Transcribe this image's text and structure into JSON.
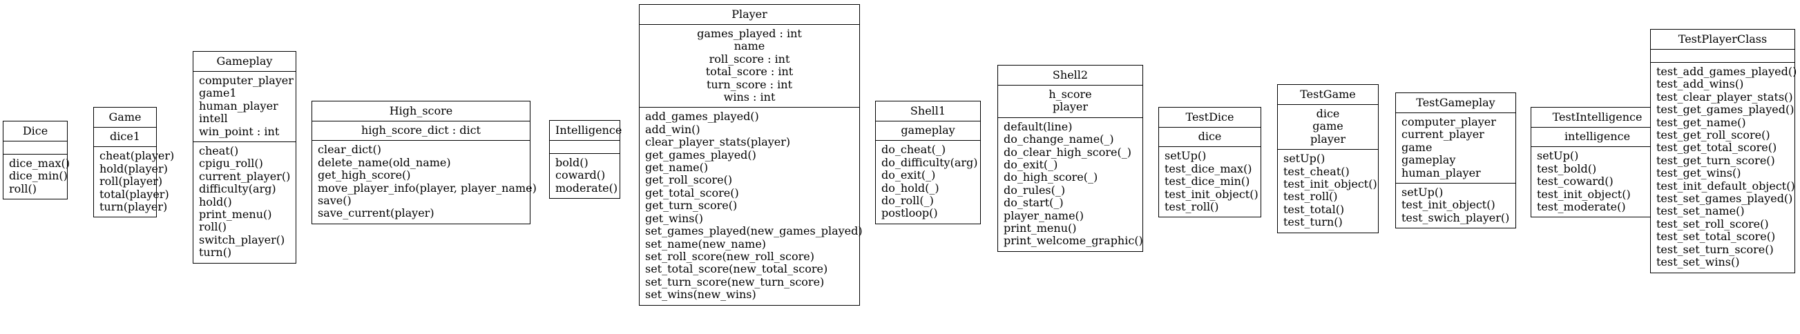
{
  "classes": [
    {
      "id": "dice",
      "name": "Dice",
      "attributes": [],
      "attr_align": "center",
      "methods": [
        "dice_max()",
        "dice_min()",
        "roll()"
      ]
    },
    {
      "id": "game",
      "name": "Game",
      "attributes": [
        "dice1"
      ],
      "attr_align": "center",
      "methods": [
        "cheat(player)",
        "hold(player)",
        "roll(player)",
        "total(player)",
        "turn(player)"
      ]
    },
    {
      "id": "gameplay",
      "name": "Gameplay",
      "attributes": [
        "computer_player",
        "game1",
        "human_player",
        "intell",
        "win_point : int"
      ],
      "attr_align": "left",
      "methods": [
        "cheat()",
        "cpigu_roll()",
        "current_player()",
        "difficulty(arg)",
        "hold()",
        "print_menu()",
        "roll()",
        "switch_player()",
        "turn()"
      ]
    },
    {
      "id": "high_score",
      "name": "High_score",
      "attributes": [
        "high_score_dict : dict"
      ],
      "attr_align": "center",
      "methods": [
        "clear_dict()",
        "delete_name(old_name)",
        "get_high_score()",
        "move_player_info(player, player_name)",
        "save()",
        "save_current(player)"
      ]
    },
    {
      "id": "intelligence",
      "name": "Intelligence",
      "attributes": [],
      "attr_align": "center",
      "methods": [
        "bold()",
        "coward()",
        "moderate()"
      ]
    },
    {
      "id": "player",
      "name": "Player",
      "attributes": [
        "games_played : int",
        "name",
        "roll_score : int",
        "total_score : int",
        "turn_score : int",
        "wins : int"
      ],
      "attr_align": "center",
      "methods": [
        "add_games_played()",
        "add_win()",
        "clear_player_stats(player)",
        "get_games_played()",
        "get_name()",
        "get_roll_score()",
        "get_total_score()",
        "get_turn_score()",
        "get_wins()",
        "set_games_played(new_games_played)",
        "set_name(new_name)",
        "set_roll_score(new_roll_score)",
        "set_total_score(new_total_score)",
        "set_turn_score(new_turn_score)",
        "set_wins(new_wins)"
      ]
    },
    {
      "id": "shell1",
      "name": "Shell1",
      "attributes": [
        "gameplay"
      ],
      "attr_align": "center",
      "methods": [
        "do_cheat(_)",
        "do_difficulty(arg)",
        "do_exit(_)",
        "do_hold(_)",
        "do_roll(_)",
        "postloop()"
      ]
    },
    {
      "id": "shell2",
      "name": "Shell2",
      "attributes": [
        "h_score",
        "player"
      ],
      "attr_align": "center",
      "methods": [
        "default(line)",
        "do_change_name(_)",
        "do_clear_high_score(_)",
        "do_exit(_)",
        "do_high_score(_)",
        "do_rules(_)",
        "do_start(_)",
        "player_name()",
        "print_menu()",
        "print_welcome_graphic()"
      ]
    },
    {
      "id": "testdice",
      "name": "TestDice",
      "attributes": [
        "dice"
      ],
      "attr_align": "center",
      "methods": [
        "setUp()",
        "test_dice_max()",
        "test_dice_min()",
        "test_init_object()",
        "test_roll()"
      ]
    },
    {
      "id": "testgame",
      "name": "TestGame",
      "attributes": [
        "dice",
        "game",
        "player"
      ],
      "attr_align": "center",
      "methods": [
        "setUp()",
        "test_cheat()",
        "test_init_object()",
        "test_roll()",
        "test_total()",
        "test_turn()"
      ]
    },
    {
      "id": "testgameplay",
      "name": "TestGameplay",
      "attributes": [
        "computer_player",
        "current_player",
        "game",
        "gameplay",
        "human_player"
      ],
      "attr_align": "left",
      "methods": [
        "setUp()",
        "test_init_object()",
        "test_swich_player()"
      ]
    },
    {
      "id": "testintelligence",
      "name": "TestIntelligence",
      "attributes": [
        "intelligence"
      ],
      "attr_align": "center",
      "methods": [
        "setUp()",
        "test_bold()",
        "test_coward()",
        "test_init_object()",
        "test_moderate()"
      ]
    },
    {
      "id": "testplayerclass",
      "name": "TestPlayerClass",
      "attributes": [],
      "attr_align": "center",
      "methods": [
        "test_add_games_played()",
        "test_add_wins()",
        "test_clear_player_stats()",
        "test_get_games_played()",
        "test_get_name()",
        "test_get_roll_score()",
        "test_get_total_score()",
        "test_get_turn_score()",
        "test_get_wins()",
        "test_init_default_object()",
        "test_set_games_played()",
        "test_set_name()",
        "test_set_roll_score()",
        "test_set_total_score()",
        "test_set_turn_score()",
        "test_set_wins()"
      ]
    }
  ]
}
